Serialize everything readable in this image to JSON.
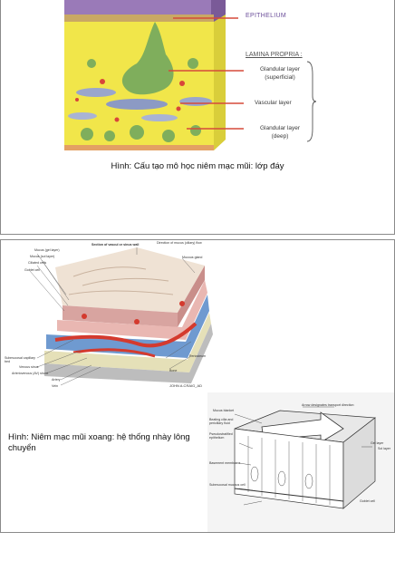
{
  "figure1": {
    "labels": {
      "epithelium": "EPITHELIUM",
      "lamina_propria": "LAMINA PROPRIA :",
      "glandular_superficial_1": "Glandular layer",
      "glandular_superficial_2": "(superficial)",
      "vascular": "Vascular layer",
      "glandular_deep_1": "Glandular layer",
      "glandular_deep_2": "(deep)"
    },
    "caption": "Hình: Cấu tạo mô học niêm mạc mũi: lớp đáy"
  },
  "figure2": {
    "labels": {
      "section": "Section of vascul or sinus wall",
      "direction": "Direction of mucus (ciliary) flow",
      "mucus_gel": "Mucus (gel layer)",
      "mucus_sol": "Mucus (sol layer)",
      "ciliated": "Ciliated cells",
      "goblet": "Goblet cell",
      "mucous_gland": "Mucous gland",
      "submucosal": "Submucosal capillary bed",
      "venous": "Venous sinus",
      "av_shunt": "Arteriovenous (AV) shunt",
      "artery": "Artery",
      "vein": "Vein",
      "periosteum": "Periosteum",
      "bone": "Bone",
      "signature": "JOHN A.CRAIG_AD"
    },
    "caption": "Hình: Niêm mạc mũi xoang: hệ thống nhày lông chuyển"
  },
  "figure3": {
    "labels": {
      "mucus_blanket": "Mucus blanket",
      "arrow": "Arrow designates transport direction",
      "beating_cilia": "Beating cilia and periciliary fluid",
      "pseudostratified": "Pseudostratified epithelium",
      "basement": "Basement membrane",
      "submucosal_gland": "Submucosal mucous cell",
      "gel": "Gel layer",
      "sol": "Sol layer",
      "goblet": "Goblet cell"
    }
  }
}
